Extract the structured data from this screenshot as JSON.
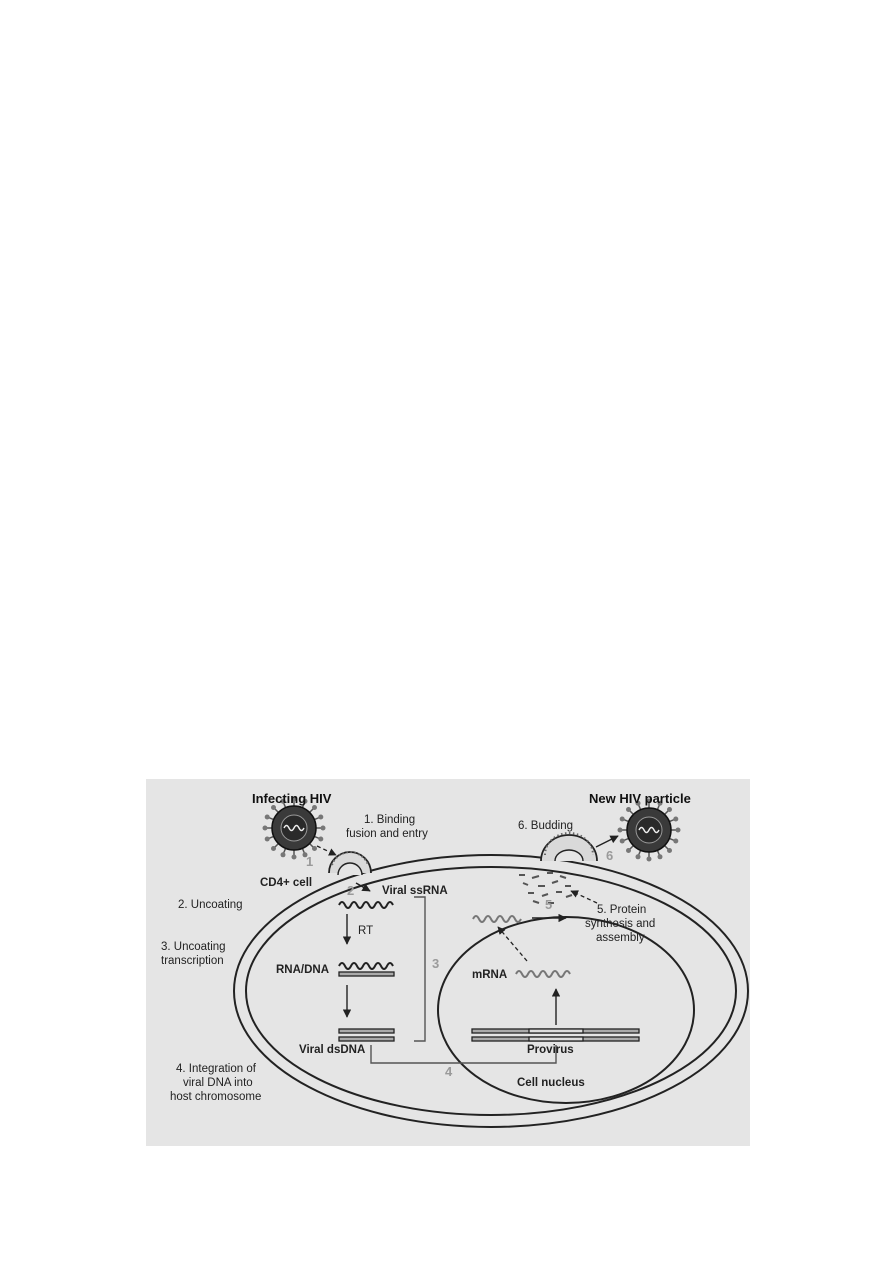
{
  "diagram": {
    "infecting_hiv": "Infecting HIV",
    "new_hiv_particle": "New HIV particle",
    "step1_line1": "1. Binding",
    "step1_line2": "fusion and entry",
    "step6": "6. Budding",
    "cd4_cell": "CD4+ cell",
    "viral_ssrna": "Viral ssRNA",
    "step2": "2. Uncoating",
    "rt": "RT",
    "step3_line1": "3. Uncoating",
    "step3_line2": "transcription",
    "rna_dna": "RNA/DNA",
    "viral_dsdna": "Viral dsDNA",
    "step4_line1": "4. Integration of",
    "step4_line2": "viral DNA into",
    "step4_line3": "host chromosome",
    "step5_line1": "5. Protein",
    "step5_line2": "synthesis and",
    "step5_line3": "assembly",
    "mrna": "mRNA",
    "provirus": "Provirus",
    "cell_nucleus": "Cell nucleus",
    "num1": "1",
    "num2": "2",
    "num3": "3",
    "num4": "4",
    "num5": "5",
    "num6": "6"
  },
  "colors": {
    "panel_bg": "#e5e5e5",
    "line": "#222222",
    "step_number": "#9a9a9a"
  }
}
